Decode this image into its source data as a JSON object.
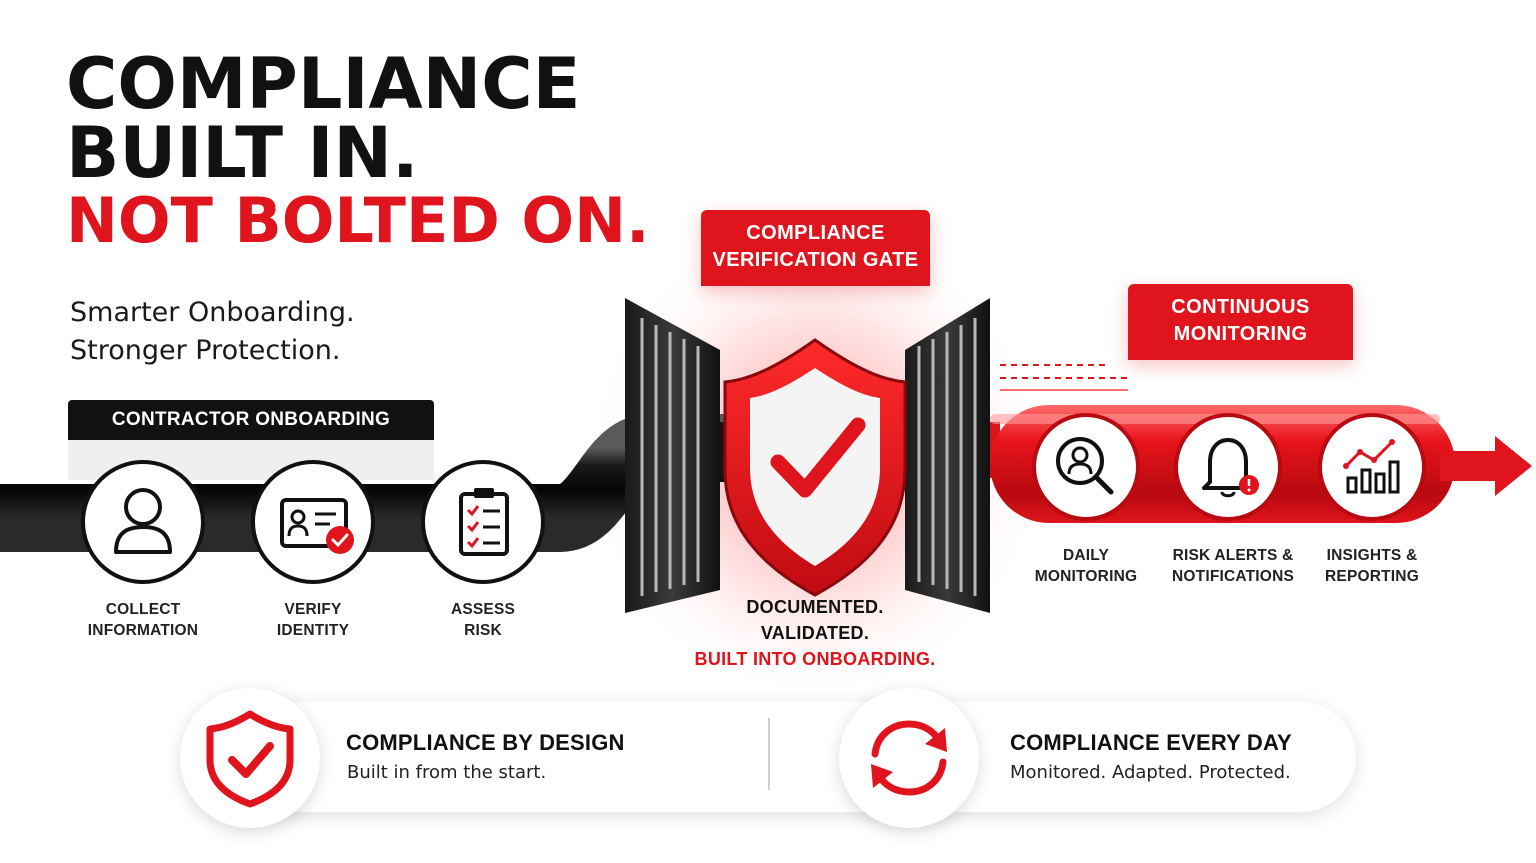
{
  "headline": {
    "line1": "COMPLIANCE",
    "line2": "BUILT IN.",
    "line3": "NOT BOLTED ON."
  },
  "subheadline": {
    "line1": "Smarter Onboarding.",
    "line2": "Stronger Protection."
  },
  "onboarding": {
    "tag": "CONTRACTOR ONBOARDING",
    "steps": [
      {
        "icon": "user-icon",
        "line1": "COLLECT",
        "line2": "INFORMATION"
      },
      {
        "icon": "id-card-check-icon",
        "line1": "VERIFY",
        "line2": "IDENTITY"
      },
      {
        "icon": "clipboard-checklist-icon",
        "line1": "ASSESS",
        "line2": "RISK"
      }
    ]
  },
  "gate": {
    "tag_line1": "COMPLIANCE",
    "tag_line2": "VERIFICATION GATE",
    "caption_line1": "DOCUMENTED.",
    "caption_line2": "VALIDATED.",
    "caption_line3": "BUILT INTO ONBOARDING.",
    "icon": "shield-check-icon"
  },
  "monitoring": {
    "tag_line1": "CONTINUOUS",
    "tag_line2": "MONITORING",
    "steps": [
      {
        "icon": "user-search-icon",
        "line1": "DAILY",
        "line2": "MONITORING"
      },
      {
        "icon": "bell-alert-icon",
        "line1": "RISK ALERTS &",
        "line2": "NOTIFICATIONS"
      },
      {
        "icon": "chart-trend-icon",
        "line1": "INSIGHTS &",
        "line2": "REPORTING"
      }
    ]
  },
  "bottom": {
    "left_title": "COMPLIANCE BY DESIGN",
    "left_sub": "Built in from the start.",
    "left_icon": "shield-check-icon",
    "right_title": "COMPLIANCE EVERY DAY",
    "right_sub": "Monitored. Adapted. Protected.",
    "right_icon": "refresh-cycle-icon"
  },
  "colors": {
    "accent": "#e0141c",
    "dark": "#111111",
    "background": "#ffffff"
  }
}
